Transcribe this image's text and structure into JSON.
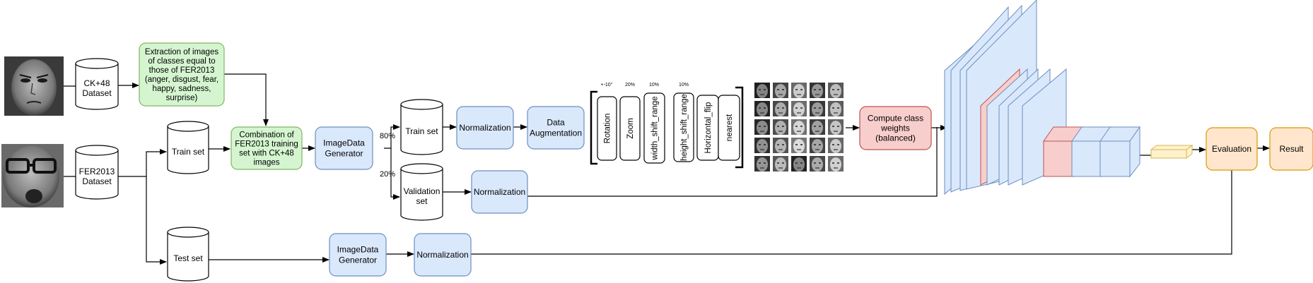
{
  "nodes": {
    "ck_dataset": [
      "CK+48",
      "Dataset"
    ],
    "fer_dataset": [
      "FER2013",
      "Dataset"
    ],
    "extraction": [
      "Extraction of images",
      "of classes equal to",
      "those of FER2013",
      "(anger, disgust, fear,",
      "happy, sadness,",
      "surprise)"
    ],
    "combination": [
      "Combination of",
      "FER2013 training",
      "set with CK+48",
      "images"
    ],
    "train_set_1": [
      "Train set"
    ],
    "test_set": [
      "Test set"
    ],
    "imagedata_gen_1": [
      "ImageData",
      "Generator"
    ],
    "imagedata_gen_2": [
      "ImageData",
      "Generator"
    ],
    "train_set_2": [
      "Train set"
    ],
    "validation_set": [
      "Validation",
      "set"
    ],
    "normalization_1": [
      "Normalization"
    ],
    "normalization_2": [
      "Normalization"
    ],
    "normalization_3": [
      "Normalization"
    ],
    "data_aug": [
      "Data",
      "Augmentation"
    ],
    "class_weights": [
      "Compute class",
      "weights",
      "(balanced)"
    ],
    "evaluation": [
      "Evaluation"
    ],
    "result": [
      "Result"
    ]
  },
  "split_labels": {
    "train": "80%",
    "val": "20%"
  },
  "augmentations": [
    {
      "name": "Rotation",
      "param": "+-10°"
    },
    {
      "name": "Zoom",
      "param": "20%"
    },
    {
      "name": "width_shift_range",
      "param": "10%"
    },
    {
      "name": "height_shift_range",
      "param": "10%"
    },
    {
      "name": "Horizontal_flip",
      "param": ""
    },
    {
      "name": "nearest",
      "param": ""
    }
  ],
  "colors": {
    "green_fill": "#d5f5d0",
    "green_stroke": "#82b366",
    "blue_fill": "#dae8fc",
    "blue_stroke": "#6c8ebf",
    "red_fill": "#f8cecc",
    "red_stroke": "#b85450",
    "orange_fill": "#ffe6cc",
    "orange_stroke": "#d79b00",
    "yellow_fill": "#fff2cc",
    "yellow_stroke": "#d6b656"
  }
}
